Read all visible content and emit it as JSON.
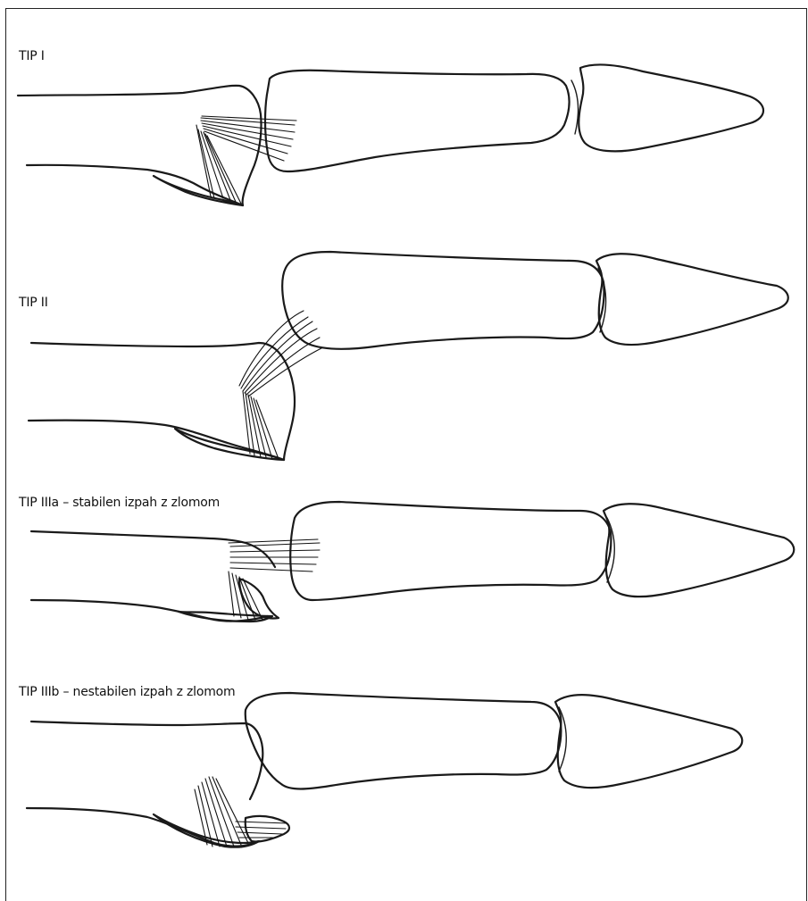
{
  "panels": [
    {
      "label": "TIP I"
    },
    {
      "label": "TIP II"
    },
    {
      "label": "TIP IIIa – stabilen izpah z zlomom"
    },
    {
      "label": "TIP IIIb – nestabilen izpah z zlomom"
    }
  ],
  "colors": {
    "ink": "#1a1a1a",
    "background": "#ffffff",
    "frame": "#222222"
  }
}
